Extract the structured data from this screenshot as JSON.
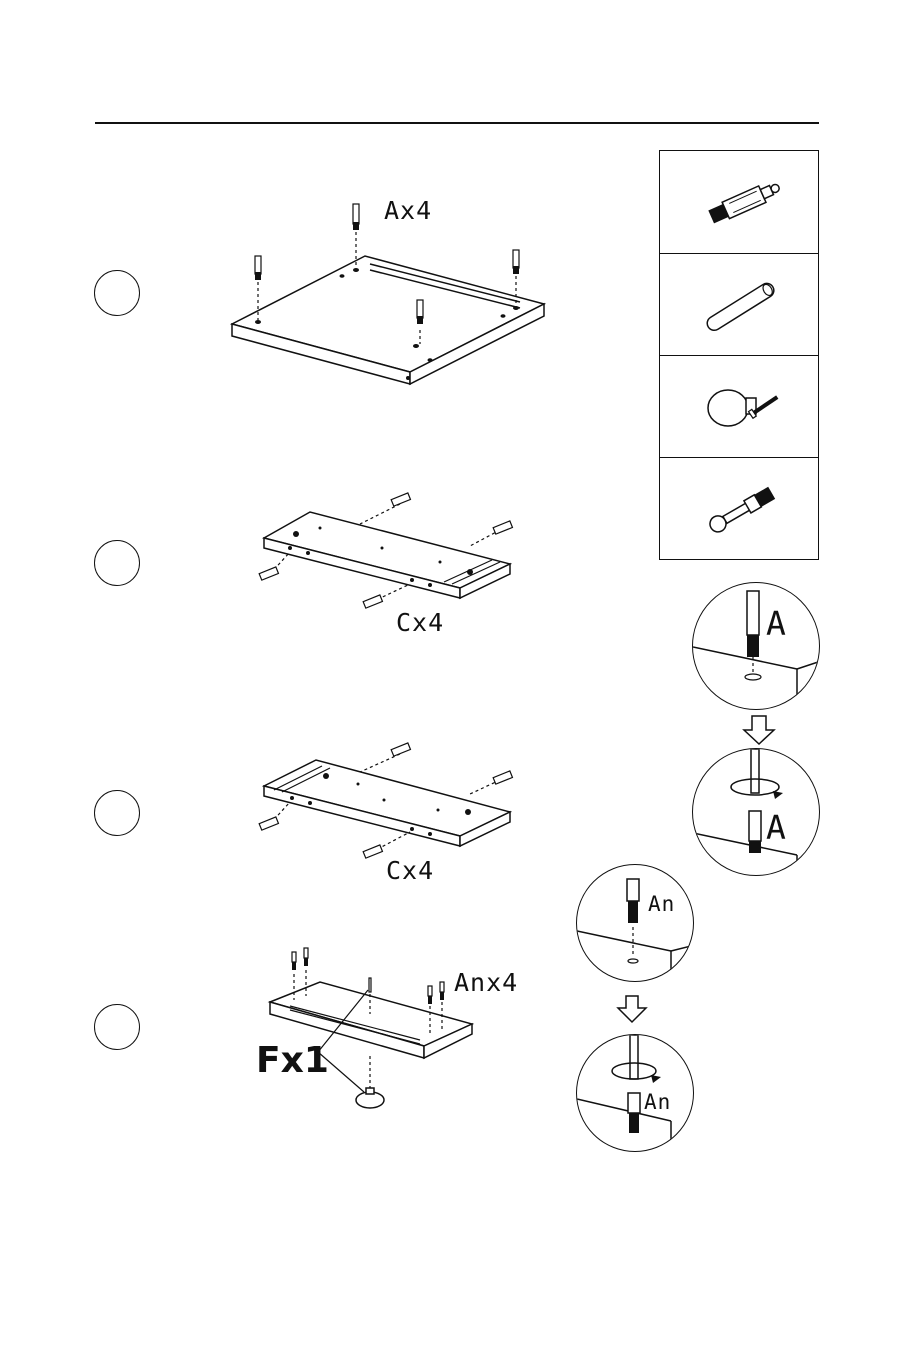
{
  "steps": [
    {
      "number": "",
      "callout": "Ax4"
    },
    {
      "number": "",
      "callout": "Cx4"
    },
    {
      "number": "",
      "callout": "Cx4"
    },
    {
      "number": "",
      "callout": "Anx4",
      "callout2": "Fx1"
    }
  ],
  "parts_legend": [
    {
      "icon": "cam-bolt-icon"
    },
    {
      "icon": "wooden-dowel-icon"
    },
    {
      "icon": "knob-with-screw-icon"
    },
    {
      "icon": "connector-bolt-icon"
    }
  ],
  "details": {
    "a_insert": "A",
    "a_turn": "A",
    "an_insert": "An",
    "an_turn": "An"
  }
}
